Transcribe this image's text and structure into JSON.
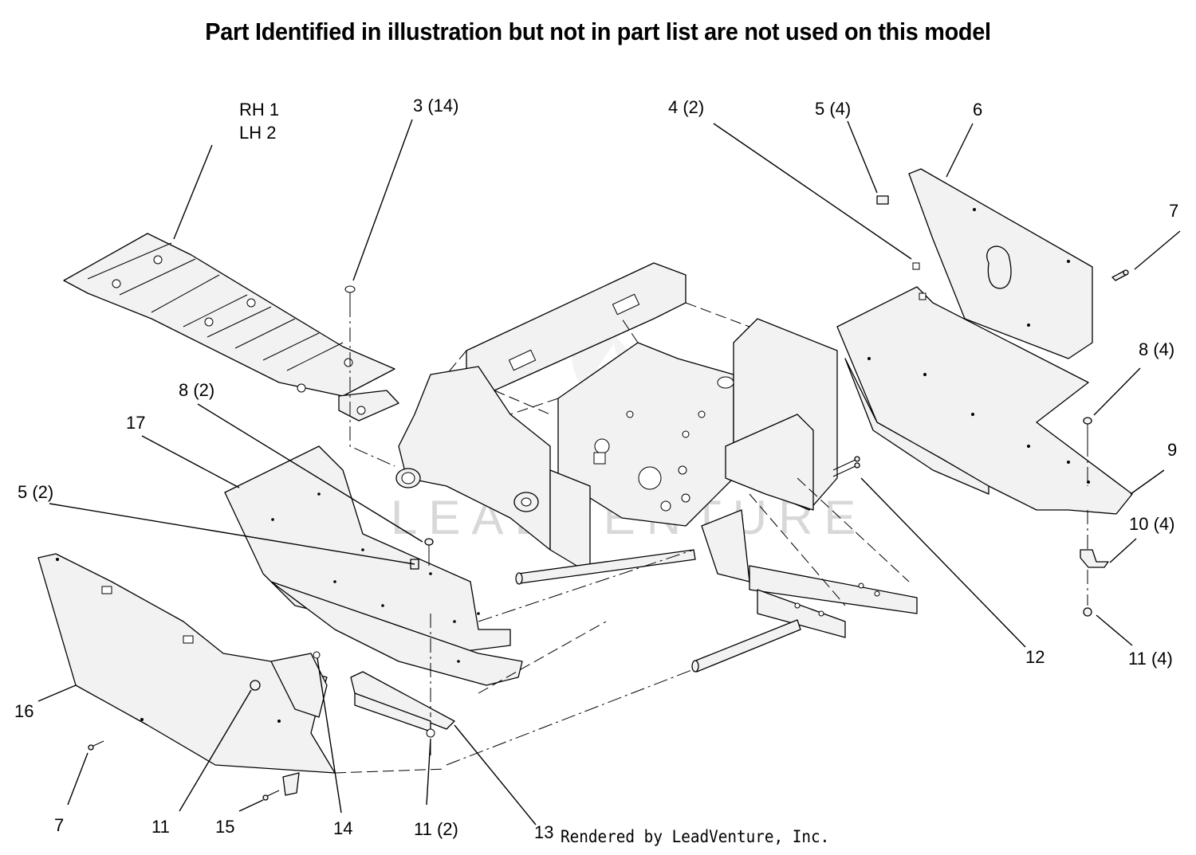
{
  "title": "Part Identified in illustration but not in part list are not used on this model",
  "watermark": "LEADVENTURE",
  "credit": "Rendered by LeadVenture, Inc.",
  "callouts": {
    "c_rh1": "RH 1",
    "c_lh2": "LH 2",
    "c_3": "3 (14)",
    "c_4": "4 (2)",
    "c_5a": "5 (4)",
    "c_6": "6",
    "c_7a": "7",
    "c_8a": "8 (4)",
    "c_9": "9",
    "c_10": "10 (4)",
    "c_11a": "11 (4)",
    "c_12": "12",
    "c_8b": "8 (2)",
    "c_17": "17",
    "c_5b": "5 (2)",
    "c_16": "16",
    "c_7b": "7",
    "c_11b": "11",
    "c_15": "15",
    "c_14": "14",
    "c_11c": "11 (2)",
    "c_13": "13"
  }
}
